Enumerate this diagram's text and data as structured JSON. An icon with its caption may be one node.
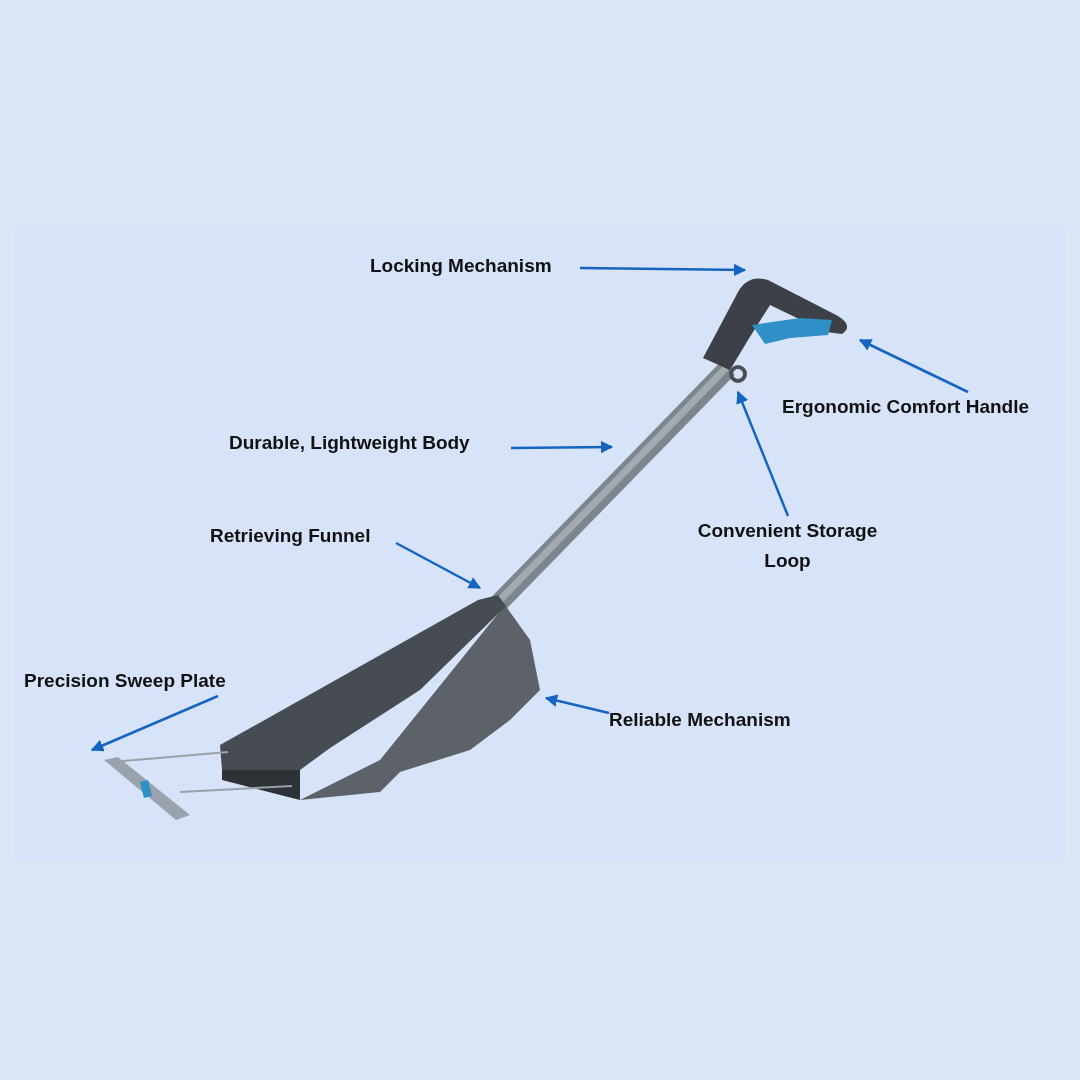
{
  "diagram": {
    "nodes": [
      {
        "text": [
          "Locking Mechanism"
        ]
      },
      {
        "text": [
          "Ergonomic Comfort Handle"
        ]
      },
      {
        "text": [
          "Durable, Lightweight Body"
        ]
      },
      {
        "text": [
          "Convenient Storage Loop"
        ]
      },
      {
        "text": [
          "Retrieving Funnel"
        ]
      },
      {
        "text": [
          "Precision Sweep Plate"
        ]
      },
      {
        "text": [
          "Reliable Mechanism"
        ]
      }
    ],
    "edges": [
      {
        "from": 0,
        "to": null,
        "arrow": "to"
      },
      {
        "from": 1,
        "to": null,
        "arrow": "to"
      },
      {
        "from": 2,
        "to": null,
        "arrow": "to"
      },
      {
        "from": 3,
        "to": null,
        "arrow": "to"
      },
      {
        "from": 4,
        "to": null,
        "arrow": "to"
      },
      {
        "from": 5,
        "to": null,
        "arrow": "to"
      },
      {
        "from": 6,
        "to": null,
        "arrow": "to"
      }
    ]
  }
}
